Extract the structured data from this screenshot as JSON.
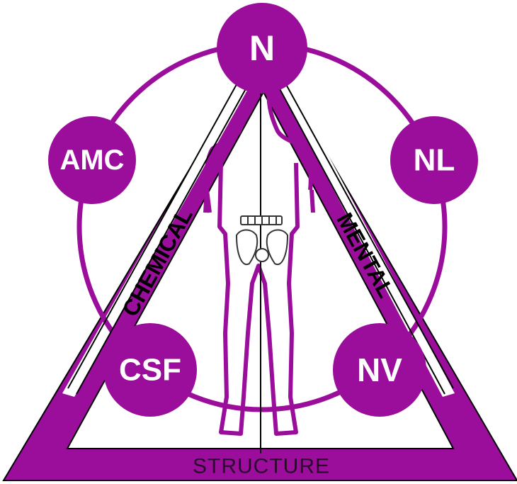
{
  "colors": {
    "primary": "#9b0d9b",
    "line": "#000000",
    "background": "#ffffff"
  },
  "nodes": {
    "top": "N",
    "upper_left": "AMC",
    "upper_right": "NL",
    "lower_left": "CSF",
    "lower_right": "NV"
  },
  "sides": {
    "left": "CHEMICAL",
    "right": "MENTAL",
    "base": "STRUCTURE"
  },
  "icons": [
    "human-body-outline-icon",
    "pelvis-icon"
  ]
}
